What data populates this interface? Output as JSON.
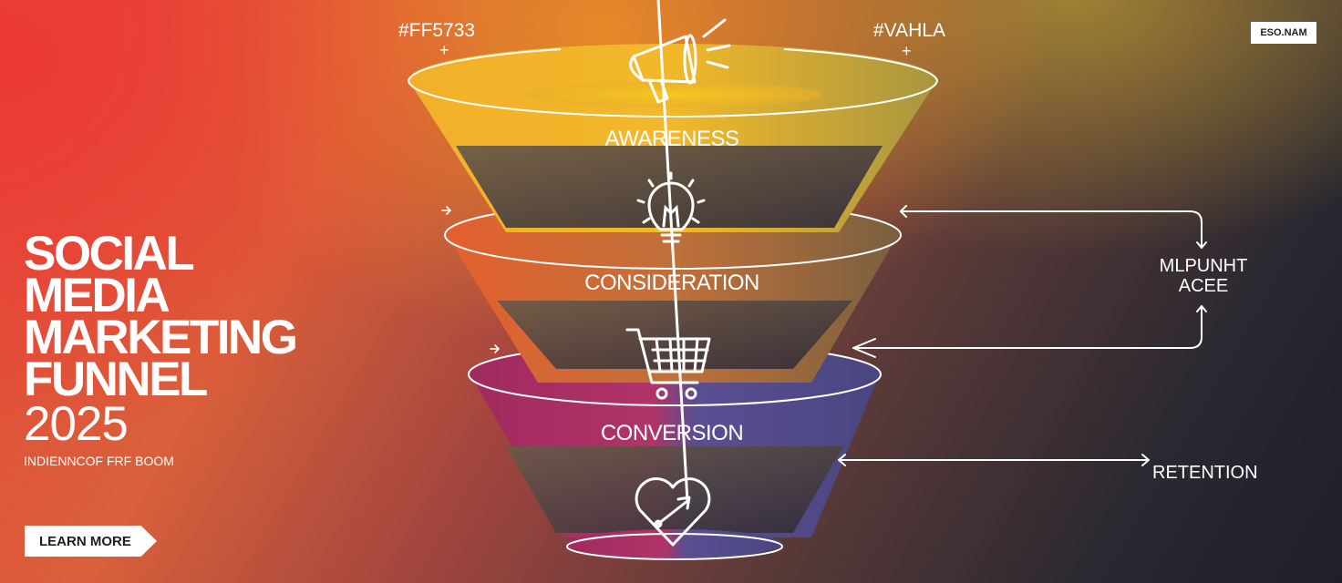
{
  "hero": {
    "title_lines": [
      "SOCIAL",
      "MEDIA",
      "MARKETING",
      "FUNNEL"
    ],
    "year": "2025",
    "subtitle": "INDIENNCOF FRF BOOM",
    "cta_label": "LEARN MORE"
  },
  "top_labels": {
    "left_hex": "#FF5733",
    "right_hex": "#VAHLA",
    "plus": "+"
  },
  "badge": {
    "label": "ESO.NAM"
  },
  "funnel": {
    "stages": [
      {
        "label": "AWARENESS",
        "icon": "megaphone-icon",
        "color_left": "#f0b82a",
        "color_right": "#b8a040"
      },
      {
        "label": "CONSIDERATION",
        "icon": "lightbulb-icon",
        "color_left": "#e86a30",
        "color_right": "#8a6a40"
      },
      {
        "label": "CONVERSION",
        "icon": "shopping-cart-icon",
        "color_left": "#b0306a",
        "color_right": "#5a5090"
      },
      {
        "label": "",
        "icon": "heart-arrow-icon"
      }
    ]
  },
  "side": {
    "loop_label_line1": "MLPUNHT",
    "loop_label_line2": "ACEE",
    "retention_label": "RETENTION"
  },
  "colors": {
    "bg_red": "#e8453a",
    "bg_orange": "#e88c28",
    "bg_dark": "#1e1f2a",
    "white": "#ffffff"
  }
}
